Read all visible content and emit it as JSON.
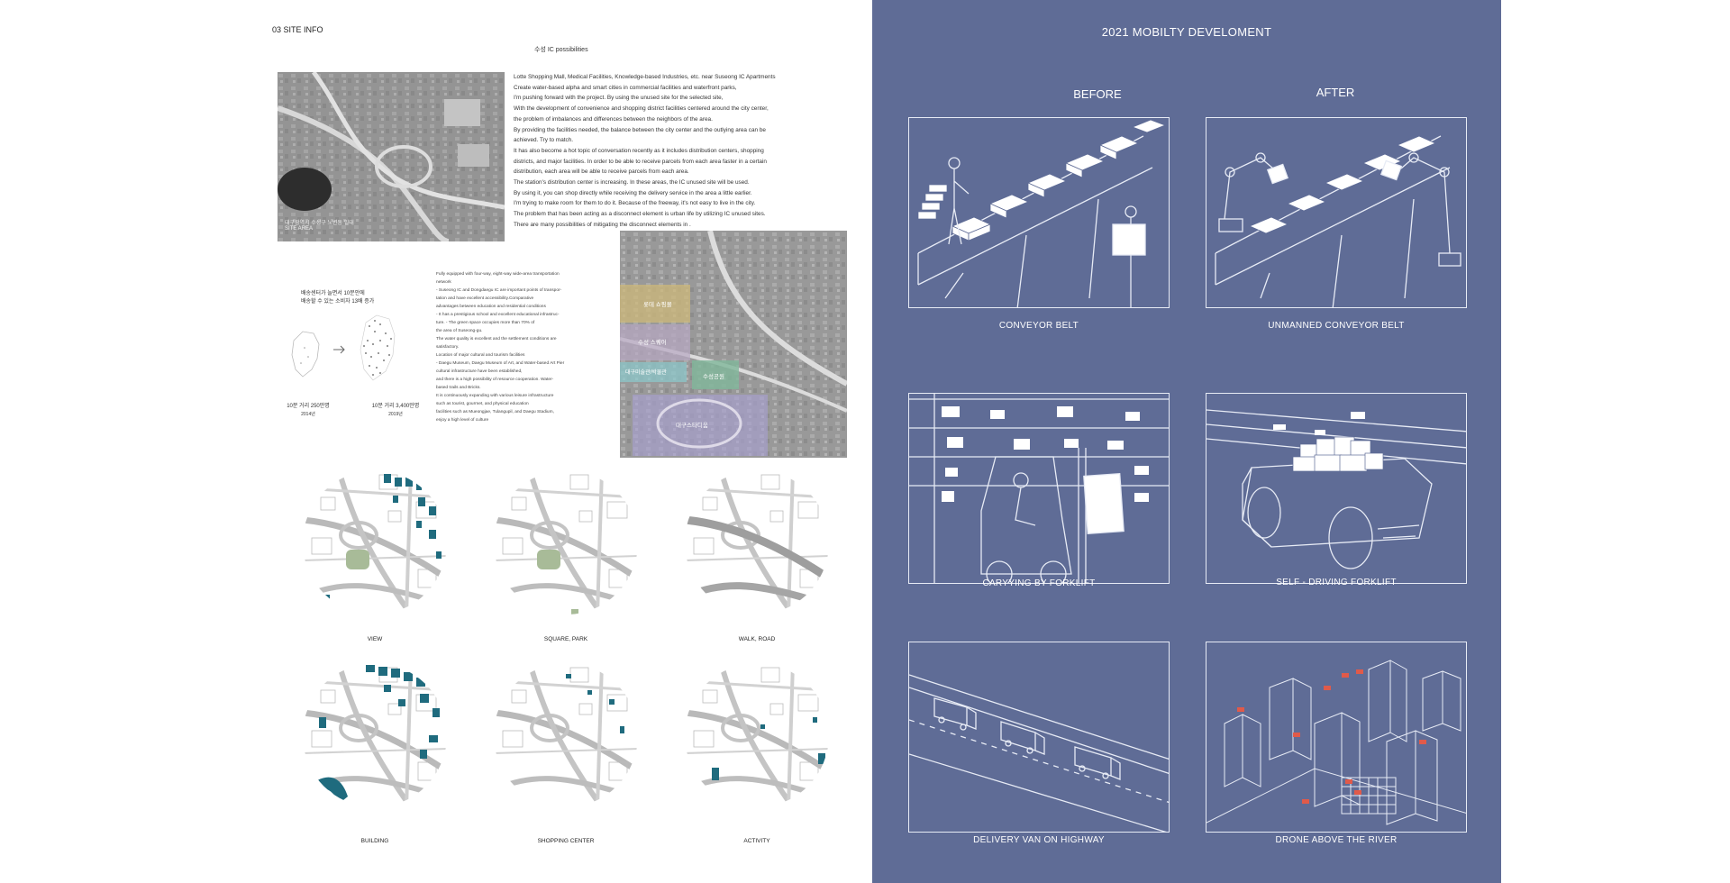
{
  "left": {
    "section_title": "03 SITE INFO",
    "subtitle": "수성 IC possibilities",
    "site_photo_caption": [
      "대구광역시 수성구 노변동 일대",
      "SITE AREA"
    ],
    "description": [
      "Lotte Shopping Mall, Medical Facilities, Knowledge-based Industries, etc. near Suseong IC Apartments",
      "Create water-based alpha and smart cities in commercial facilities and waterfront parks,",
      "I'm pushing forward with the project. By using the unused site for the selected site,",
      "With the development of convenience and shopping district facilities centered around the city center,",
      "the problem of imbalances and differences between the neighbors of the area.",
      "By providing the facilities needed, the balance between the city center and the outlying area can be",
      "achieved. Try to match.",
      "It has also become a hot topic of conversation recently as it includes distribution centers, shopping",
      "districts, and major facilities. In order to be able to receive parcels from each area faster in a certain",
      "distribution, each area will be able to receive parcels from each area.",
      "The station's distribution center is increasing. In these areas, the IC unused site will be used.",
      "By using it, you can shop directly while receiving the delivery service in the area a little earlier.",
      "I'm trying to make room for them to do it. Because of the freeway, it's not easy to live in the city.",
      "The problem that has been acting as a disconnect element is urban life by utilizing IC unused sites.",
      "There are many possibilities of mitigating the disconnect elements in ."
    ],
    "korea_note": [
      "배송센터가 늘면서 10분안에",
      "배송할 수 있는 소비자 13배 증가"
    ],
    "stat_2014": "10분 거리 250만명",
    "year_2014": "2014년",
    "stat_2019": "10분 거리 3,400만명",
    "year_2019": "2019년",
    "features": [
      "Fully equipped with four-way, eight-way wide-area transportation",
      "network",
      "- Suseong IC and Dongdaegu IC are important points of transpor-",
      "tation and have excellent accessibility.Comparative",
      "advantages between education and residential conditions",
      "- It has a prestigious school and excellent educational infrastruc-",
      "ture. - The green space occupies more than 70% of",
      "the area of Suseong-gu.",
      "The water quality is excellent and the settlement conditions are",
      "satisfactory.",
      "Location of major cultural and tourism facilities",
      "- Daegu Museum, Daegu Museum of Art, and Water-based Art Pier",
      "cultural infrastructure have been established,",
      "and there is a high possibility of resource cooperation. Water-",
      "based trails and Bricks.",
      "It is continuously expanding with various leisure infrastructure",
      "such as tourist, gourmet, and physical education",
      "facilities such as Mueongjae, Tulangupil, and Daegu Stadium,",
      "enjoy a high level of culture"
    ],
    "aerial_labels": [
      "롯데 쇼핑몰",
      "수성 스퀘어",
      "대구미술관/박물관",
      "수성공원",
      "대구스타디움"
    ],
    "maps": [
      "VIEW",
      "SQUARE, PARK",
      "WALK, ROAD",
      "BUILDING",
      "SHOPPING CENTER",
      "ACTIVITY"
    ]
  },
  "poster": {
    "title": "2021 MOBILTY DEVELOMENT",
    "before": "BEFORE",
    "after": "AFTER",
    "captions": [
      "CONVEYOR BELT",
      "UNMANNED CONVEYOR BELT",
      "CARYYING BY FORKLIFT",
      "SELF - DRIVING FORKLIFT",
      "DELIVERY VAN ON HIGHWAY",
      "DRONE ABOVE THE RIVER"
    ]
  },
  "colors": {
    "panel": "#5f6c96",
    "line": "#e7ebf5",
    "teal": "#1f6b7e",
    "park_green": "#9db28e",
    "drone_red": "#e05a4a"
  }
}
